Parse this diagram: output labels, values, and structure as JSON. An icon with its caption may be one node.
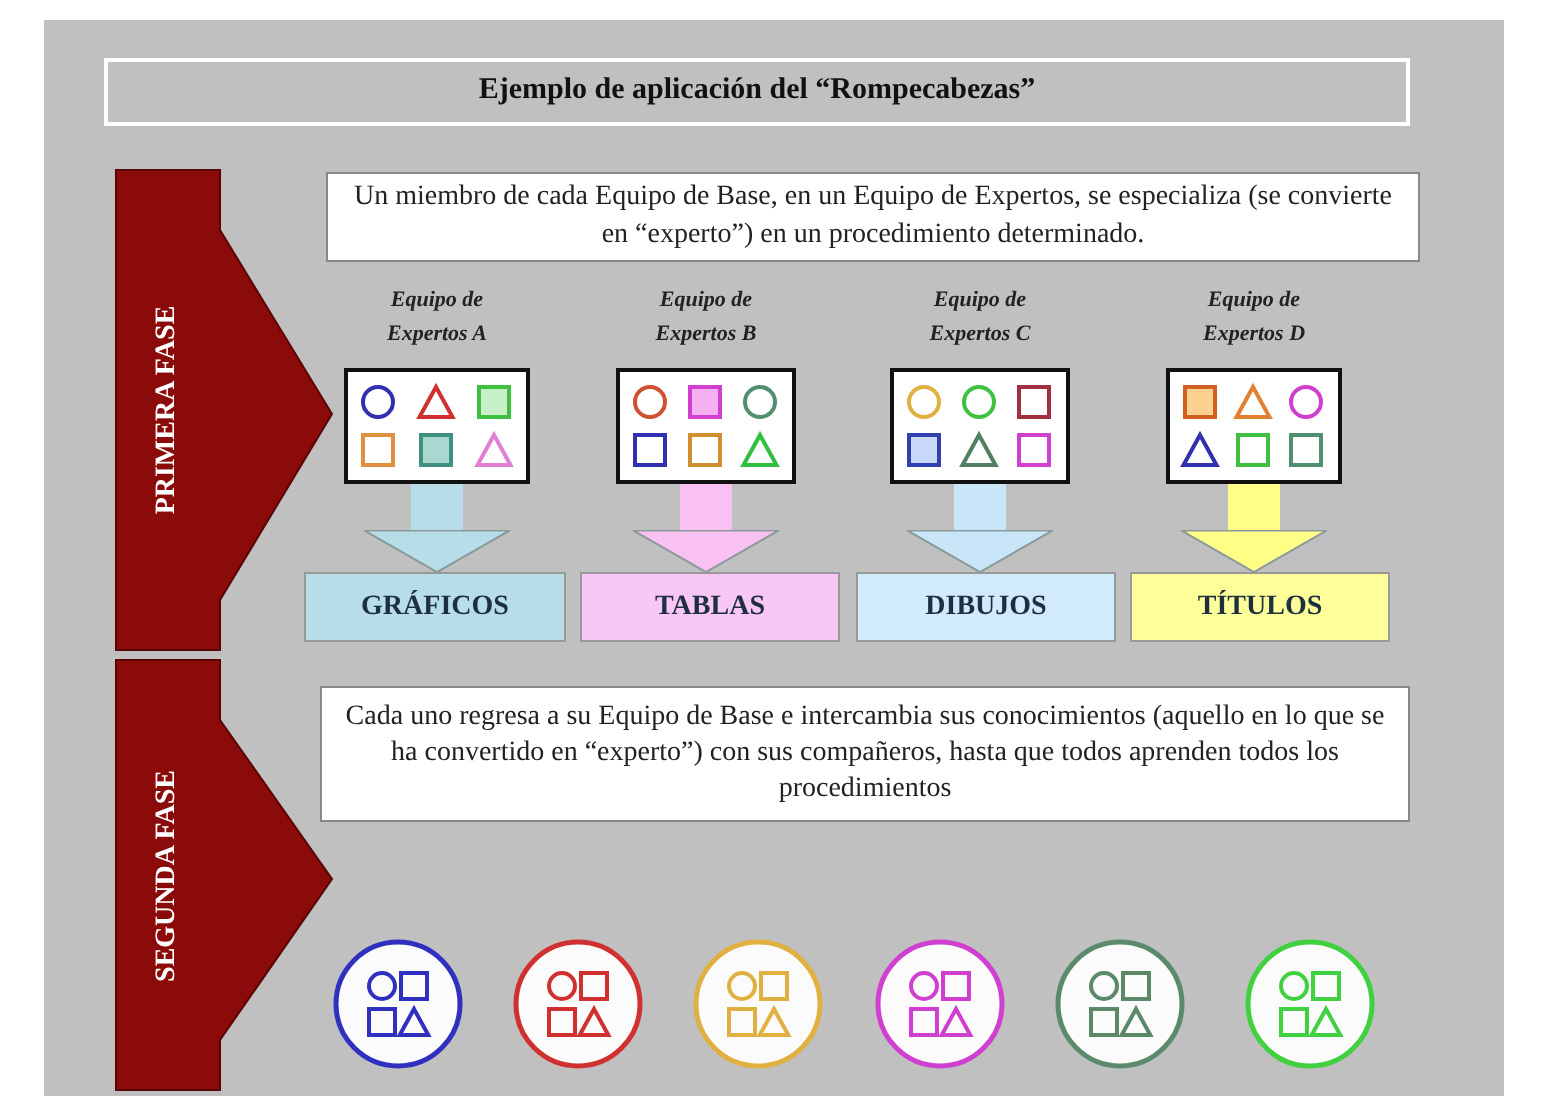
{
  "diagram": {
    "title": "Ejemplo de aplicación del “Rompecabezas”",
    "nodes": [
      {
        "text": [
          "PRIMERA FASE"
        ]
      },
      {
        "text": [
          "Un miembro de cada Equipo de Base, en un Equipo de Expertos, se especializa (se convierte en “experto”) en un procedimiento determinado."
        ]
      },
      {
        "text": [
          "Equipo de Expertos A"
        ]
      },
      {
        "text": [
          "Equipo de Expertos B"
        ]
      },
      {
        "text": [
          "Equipo de Expertos C"
        ]
      },
      {
        "text": [
          "Equipo de Expertos D"
        ]
      },
      {
        "text": [
          "GRÁFICOS"
        ]
      },
      {
        "text": [
          "TABLAS"
        ]
      },
      {
        "text": [
          "DIBUJOS"
        ]
      },
      {
        "text": [
          "TÍTULOS"
        ]
      },
      {
        "text": [
          "SEGUNDA FASE"
        ]
      },
      {
        "text": [
          "Cada uno regresa a su Equipo de Base e intercambia sus conocimientos (aquello en lo que se ha convertido en “experto”) con sus compañeros, hasta que todos aprenden todos los procedimientos"
        ]
      },
      {
        "text": [],
        "shape": "circle"
      },
      {
        "text": [],
        "shape": "circle"
      },
      {
        "text": [],
        "shape": "circle"
      },
      {
        "text": [],
        "shape": "circle"
      },
      {
        "text": [],
        "shape": "circle"
      },
      {
        "text": [],
        "shape": "circle"
      }
    ],
    "edges": [
      {
        "from": 2,
        "to": 6,
        "arrow": "to",
        "color": "#b7dde8"
      },
      {
        "from": 3,
        "to": 7,
        "arrow": "to",
        "color": "#f9c0f2"
      },
      {
        "from": 4,
        "to": 8,
        "arrow": "to",
        "color": "#c9e6f8"
      },
      {
        "from": 5,
        "to": 9,
        "arrow": "to",
        "color": "#ffff88"
      }
    ]
  }
}
